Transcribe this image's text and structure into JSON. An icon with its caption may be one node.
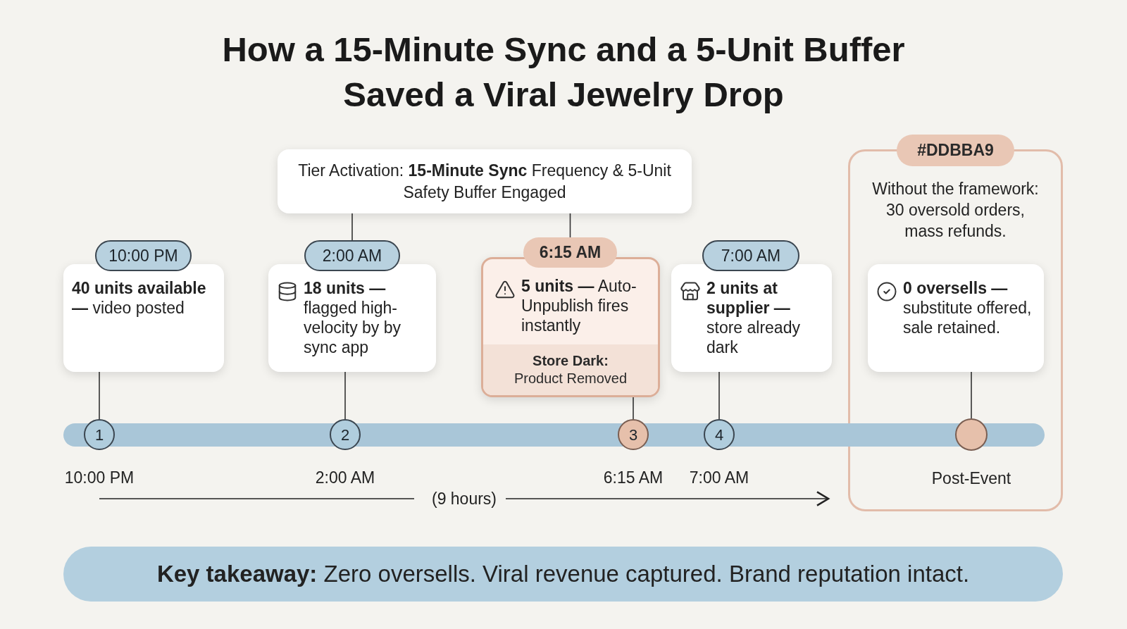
{
  "diagram": {
    "title": "How a 15-Minute Sync and a 5-Unit Buffer Saved a Viral Jewelry Drop",
    "nodes": [
      {
        "text": [
          "Tier Activation: **15-Minute Sync** Frequency & 5-Unit Safety Buffer Engaged"
        ]
      },
      {
        "text": [
          "10:00 PM"
        ]
      },
      {
        "text": [
          "**40 units available —** video posted"
        ]
      },
      {
        "text": [
          "2:00 AM"
        ]
      },
      {
        "text": [
          "**18 units —** flagged high-velocity by by sync app"
        ]
      },
      {
        "text": [
          "6:15 AM"
        ]
      },
      {
        "text": [
          "**5 units —** Auto-Unpublish fires instantly",
          "**Store Dark:** Product Removed"
        ]
      },
      {
        "text": [
          "7:00 AM"
        ]
      },
      {
        "text": [
          "**2 units at supplier —** store already dark"
        ]
      },
      {
        "text": [
          "#DDBBA9"
        ]
      },
      {
        "text": [
          "Without the framework: 30 oversold orders, mass refunds."
        ]
      },
      {
        "text": [
          "**0 oversells —** substitute offered, sale retained."
        ],
        "in": 10
      },
      {
        "text": [
          "1"
        ],
        "beside": [
          "10:00 PM"
        ]
      },
      {
        "text": [
          "2"
        ],
        "beside": [
          "2:00 AM"
        ]
      },
      {
        "text": [
          "3"
        ],
        "beside": [
          "6:15 AM"
        ]
      },
      {
        "text": [
          "4"
        ],
        "beside": [
          "7:00 AM"
        ]
      },
      {
        "text": [],
        "shape": "circle",
        "in": 10,
        "beside": [
          "Post-Event"
        ]
      },
      {
        "text": [
          "**Key takeaway:** Zero oversells. Viral revenue captured. Brand reputation intact."
        ]
      },
      {
        "text": [],
        "shape": "bar"
      }
    ],
    "edges": [
      {
        "from": 0,
        "to": 3,
        "arrow": "none"
      },
      {
        "from": 0,
        "to": 5,
        "arrow": "none"
      },
      {
        "from": 2,
        "to": 12,
        "arrow": "none"
      },
      {
        "from": 4,
        "to": 13,
        "arrow": "none"
      },
      {
        "from": 6,
        "to": 14,
        "arrow": "none"
      },
      {
        "from": 8,
        "to": 15,
        "arrow": "none"
      },
      {
        "from": 11,
        "to": 16,
        "arrow": "none"
      }
    ],
    "labels": [
      "(9 hours)"
    ]
  }
}
